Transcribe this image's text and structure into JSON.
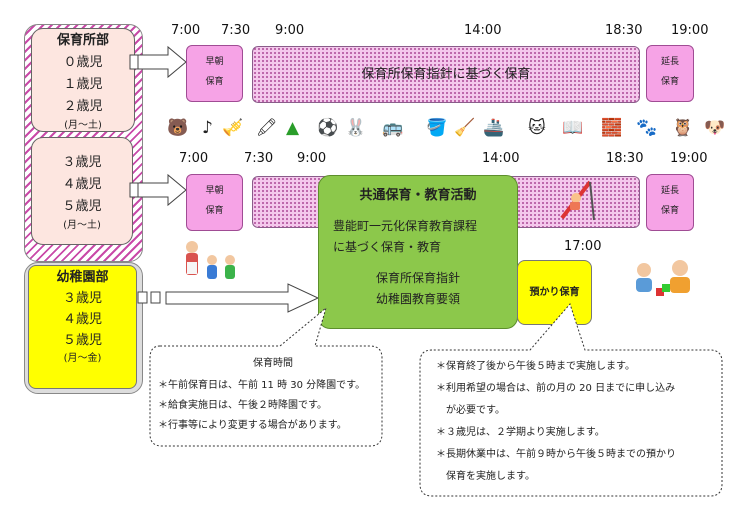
{
  "hoikusho": {
    "title": "保育所部",
    "top_ages": [
      "０歳児",
      "１歳児",
      "２歳児"
    ],
    "top_days": "(月～土)",
    "bottom_ages": [
      "３歳児",
      "４歳児",
      "５歳児"
    ],
    "bottom_days": "(月～土)"
  },
  "yochien": {
    "title": "幼稚園部",
    "ages": [
      "３歳児",
      "４歳児",
      "５歳児"
    ],
    "days": "(月～金)"
  },
  "times_row1": [
    "7:00",
    "7:30",
    "9:00",
    "14:00",
    "18:30",
    "19:00"
  ],
  "times_row2": [
    "7:00",
    "7:30",
    "9:00",
    "14:00",
    "18:30",
    "19:00"
  ],
  "time_1700": "17:00",
  "early_care": [
    "早朝",
    "保育"
  ],
  "extended_care": [
    "延長",
    "保育"
  ],
  "main_bar_label": "保育所保育指針に基づく保育",
  "common": {
    "title": "共通保育・教育活動",
    "line1": "豊能町一元化保育教育課程",
    "line2": "に基づく保育・教育",
    "line3": "保育所保育指針",
    "line4": "幼稚園教育要領"
  },
  "azukari_label": "預かり保育",
  "callout_left": {
    "title": "保育時間",
    "lines": [
      "＊午前保育日は、午前 11 時 30 分降園です。",
      "＊給食実施日は、午後２時降園です。",
      "＊行事等により変更する場合があります。"
    ]
  },
  "callout_right": {
    "lines": [
      "＊保育終了後から午後５時まで実施します。",
      "＊利用希望の場合は、前の月の 20 日までに申し込み",
      "　が必要です。",
      "＊３歳児は、２学期より実施します。",
      "＊長期休業中は、午前９時から午後５時までの預かり",
      "　保育を実施します。"
    ]
  },
  "colors": {
    "pink": "#f6a3e6",
    "yellow": "#ffff00",
    "green": "#8cc84b",
    "peach": "#fde6e0"
  },
  "icons": [
    "bear-icon",
    "music-notes-icon",
    "trumpet-icon",
    "crayon-icon",
    "triangle-icon",
    "ball-icon",
    "rabbit-icon",
    "bus-icon",
    "bucket-icon",
    "shovel-icon",
    "ship-icon",
    "cat-icon",
    "picture-book-icon",
    "blocks-icon",
    "paw-print-icon",
    "owl-icon",
    "dog-icon"
  ]
}
